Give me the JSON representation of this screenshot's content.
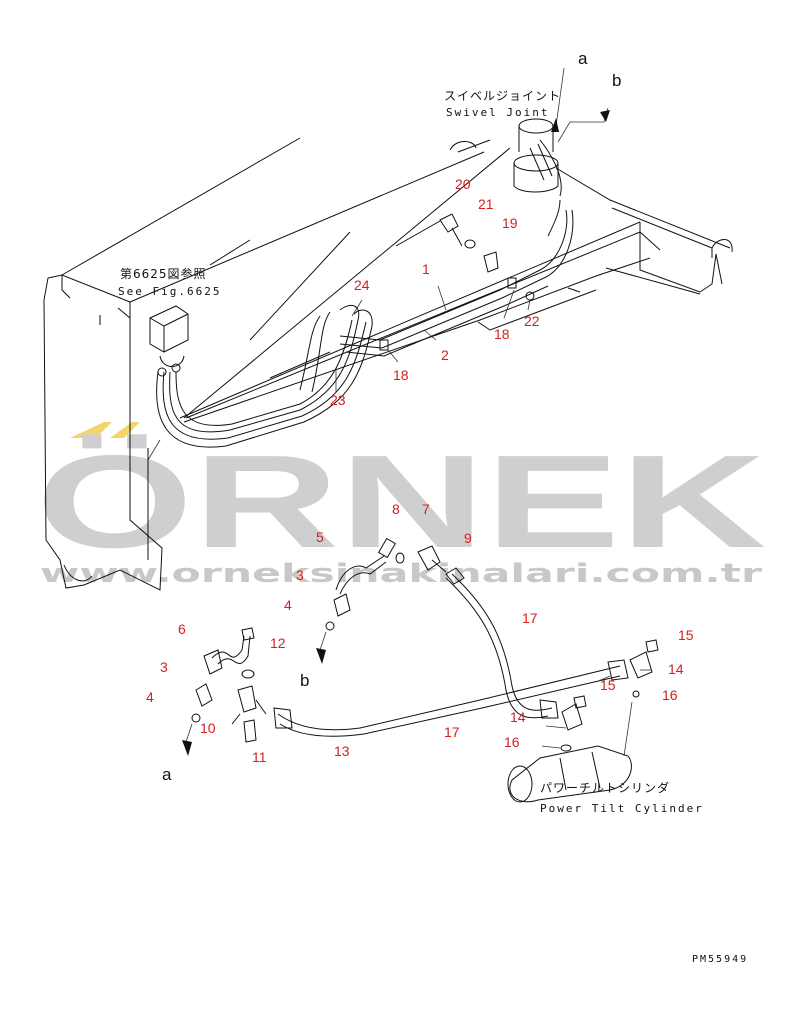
{
  "watermark": {
    "brand": "ÖRNEK",
    "url": "www.orneksinakinalari.com.tr",
    "accent_color": "#f2d56b",
    "gray_color": "#cfcfcf"
  },
  "labels": {
    "swivel_jp": "スイベルジョイント",
    "swivel_en": "Swivel Joint",
    "see_fig_jp": "第6625図参照",
    "see_fig_en": "See Fig.6625",
    "tilt_jp": "パワーチルトシリンダ",
    "tilt_en": "Power Tilt Cylinder",
    "code": "PM55949"
  },
  "callouts": [
    "a",
    "b"
  ],
  "parts": {
    "p20": "20",
    "p21": "21",
    "p19": "19",
    "p1": "1",
    "p24": "24",
    "p2": "2",
    "p18a": "18",
    "p18b": "18",
    "p22": "22",
    "p23": "23",
    "p8": "8",
    "p7": "7",
    "p5": "5",
    "p9": "9",
    "p3a": "3",
    "p4a": "4",
    "p17a": "17",
    "p6": "6",
    "p12": "12",
    "p3b": "3",
    "p15a": "15",
    "p14a": "14",
    "p15b": "15",
    "p16a": "16",
    "p4b": "4",
    "p10": "10",
    "p14b": "14",
    "p17b": "17",
    "p13": "13",
    "p11": "11",
    "p16b": "16"
  }
}
